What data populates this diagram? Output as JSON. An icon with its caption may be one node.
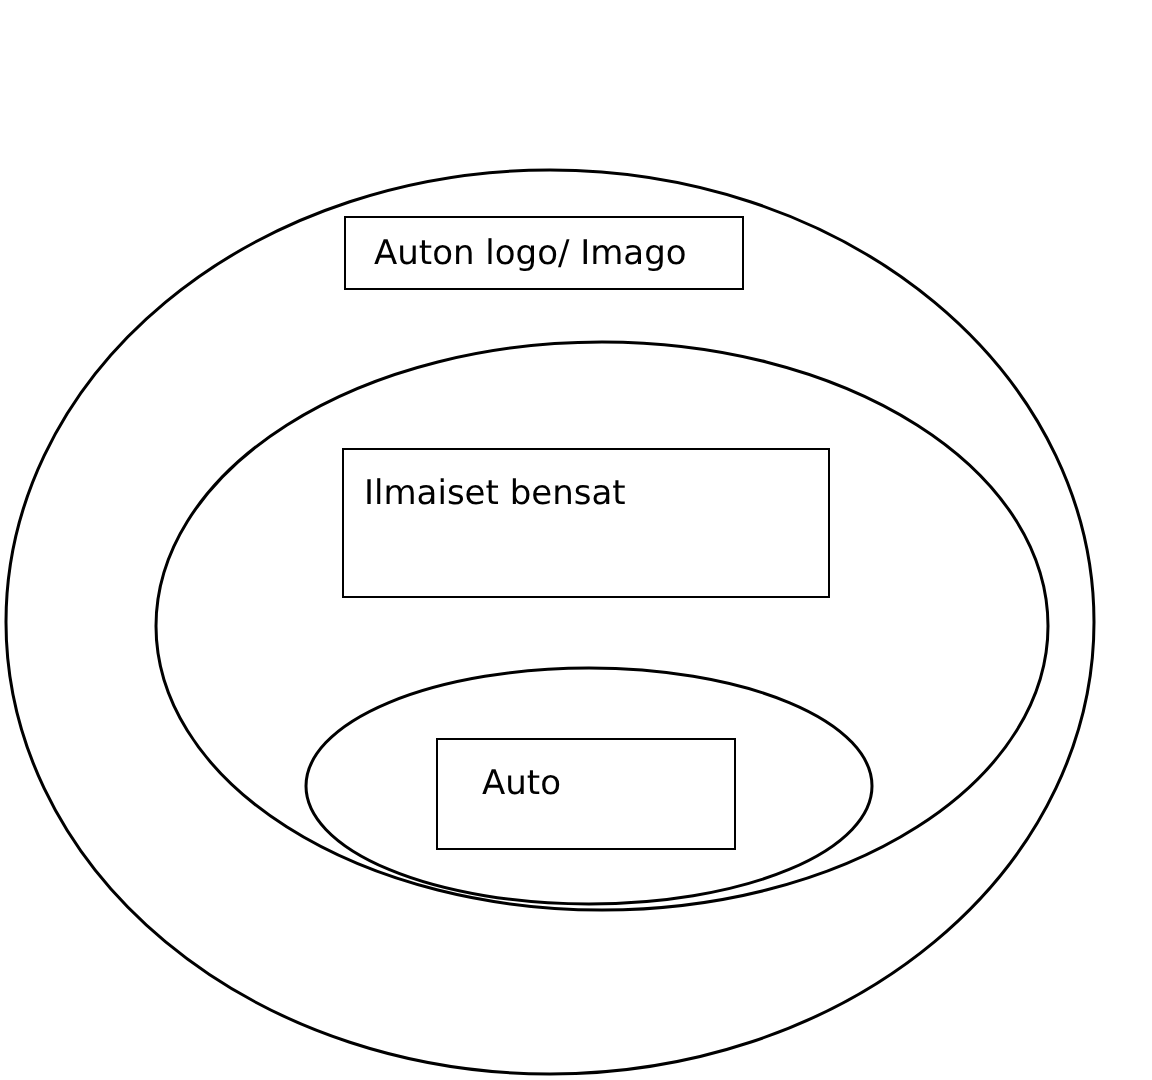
{
  "diagram": {
    "nodes": [
      {
        "text": [],
        "shape": "ellipse"
      },
      {
        "text": [
          "Auton logo/ Imago"
        ],
        "in": 0
      },
      {
        "text": [],
        "shape": "ellipse",
        "in": 0
      },
      {
        "text": [
          "Ilmaiset bensat"
        ],
        "in": 2
      },
      {
        "text": [],
        "shape": "ellipse",
        "in": 2
      },
      {
        "text": [
          "Auto"
        ],
        "in": 4
      }
    ]
  }
}
